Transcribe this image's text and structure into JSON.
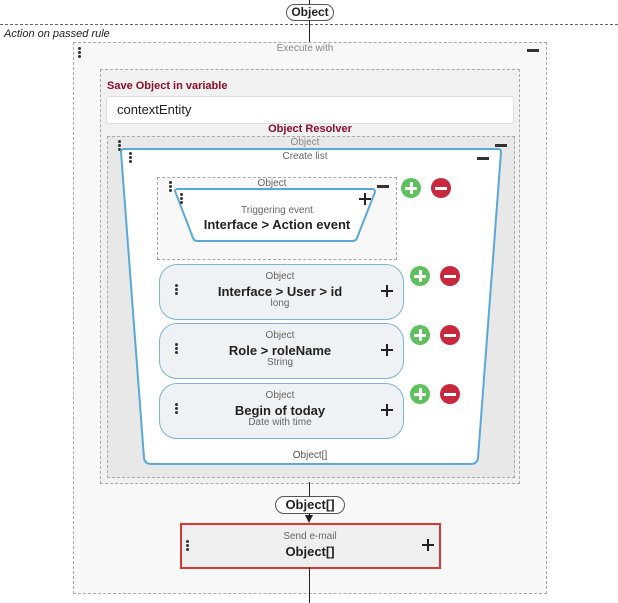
{
  "top_connector": {
    "label": "Object"
  },
  "section": {
    "label": "Action on passed rule"
  },
  "execute": {
    "label": "Execute with",
    "save_label": "Save Object in variable",
    "variable_value": "contextEntity",
    "resolver_label": "Object Resolver",
    "resolver_type": "Object",
    "create_list": {
      "label": "Create list",
      "footer": "Object[]",
      "first": {
        "type": "Object",
        "sub": "Triggering event",
        "main": "Interface > Action event"
      },
      "items": [
        {
          "type": "Object",
          "main": "Interface > User > id",
          "sub": "long"
        },
        {
          "type": "Object",
          "main": "Role > roleName",
          "sub": "String"
        },
        {
          "type": "Object",
          "main": "Begin of today",
          "sub": "Date with time"
        }
      ]
    }
  },
  "bottom_connector": {
    "label": "Object[]"
  },
  "send_email": {
    "title": "Send e-mail",
    "value": "Object[]"
  },
  "colors": {
    "accent_red": "#8b0e2b",
    "selection_red": "#d9372f",
    "list_blue": "#59a9d8",
    "add_green": "#5ec15e",
    "remove_red": "#c8283c"
  }
}
